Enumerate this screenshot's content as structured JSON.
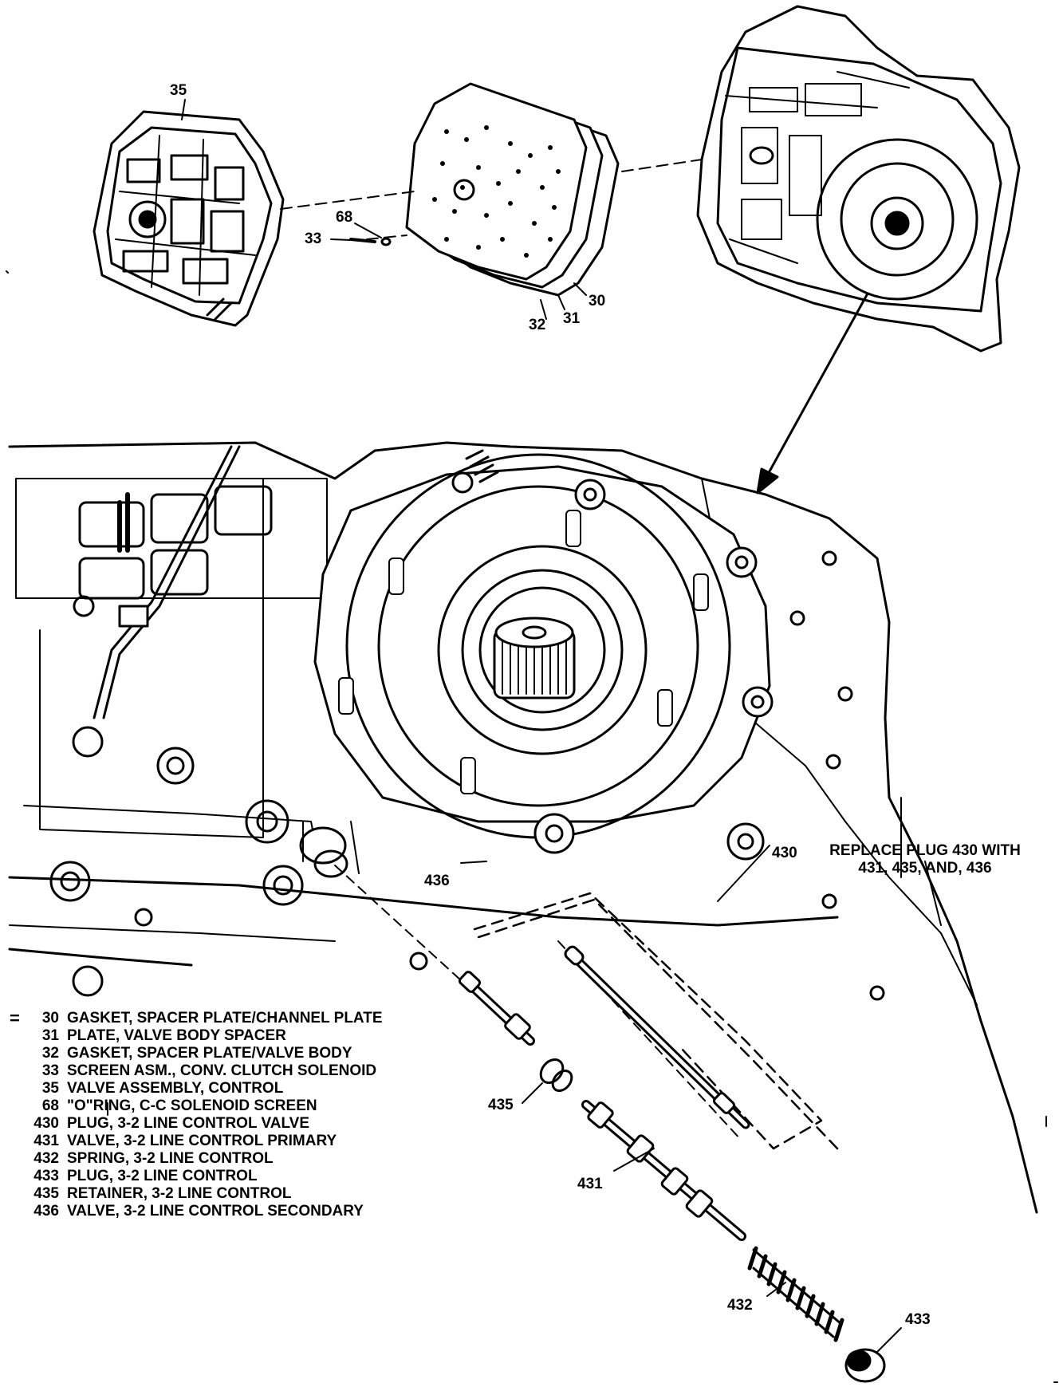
{
  "callouts": [
    {
      "id": "35",
      "text": "35"
    },
    {
      "id": "68",
      "text": "68"
    },
    {
      "id": "33",
      "text": "33"
    },
    {
      "id": "30",
      "text": "30"
    },
    {
      "id": "31",
      "text": "31"
    },
    {
      "id": "32",
      "text": "32"
    },
    {
      "id": "430",
      "text": "430"
    },
    {
      "id": "436",
      "text": "436"
    },
    {
      "id": "435",
      "text": "435"
    },
    {
      "id": "431",
      "text": "431"
    },
    {
      "id": "432",
      "text": "432"
    },
    {
      "id": "433",
      "text": "433"
    }
  ],
  "note": {
    "line1": "REPLACE PLUG 430 WITH",
    "line2": "431, 435, AND, 436"
  },
  "legend": [
    {
      "num": "30",
      "desc": "GASKET, SPACER PLATE/CHANNEL PLATE"
    },
    {
      "num": "31",
      "desc": "PLATE, VALVE BODY SPACER"
    },
    {
      "num": "32",
      "desc": "GASKET, SPACER PLATE/VALVE BODY"
    },
    {
      "num": "33",
      "desc": "SCREEN ASM., CONV. CLUTCH SOLENOID"
    },
    {
      "num": "35",
      "desc": "VALVE ASSEMBLY, CONTROL"
    },
    {
      "num": "68",
      "desc": "\"O\"RING, C-C SOLENOID SCREEN"
    },
    {
      "num": "430",
      "desc": "PLUG, 3-2 LINE CONTROL VALVE"
    },
    {
      "num": "431",
      "desc": "VALVE, 3-2 LINE CONTROL PRIMARY"
    },
    {
      "num": "432",
      "desc": "SPRING, 3-2 LINE CONTROL"
    },
    {
      "num": "433",
      "desc": "PLUG, 3-2 LINE CONTROL"
    },
    {
      "num": "435",
      "desc": "RETAINER, 3-2 LINE CONTROL"
    },
    {
      "num": "436",
      "desc": "VALVE, 3-2 LINE CONTROL SECONDARY"
    }
  ],
  "colors": {
    "ink": "#000000",
    "paper": "#ffffff"
  }
}
